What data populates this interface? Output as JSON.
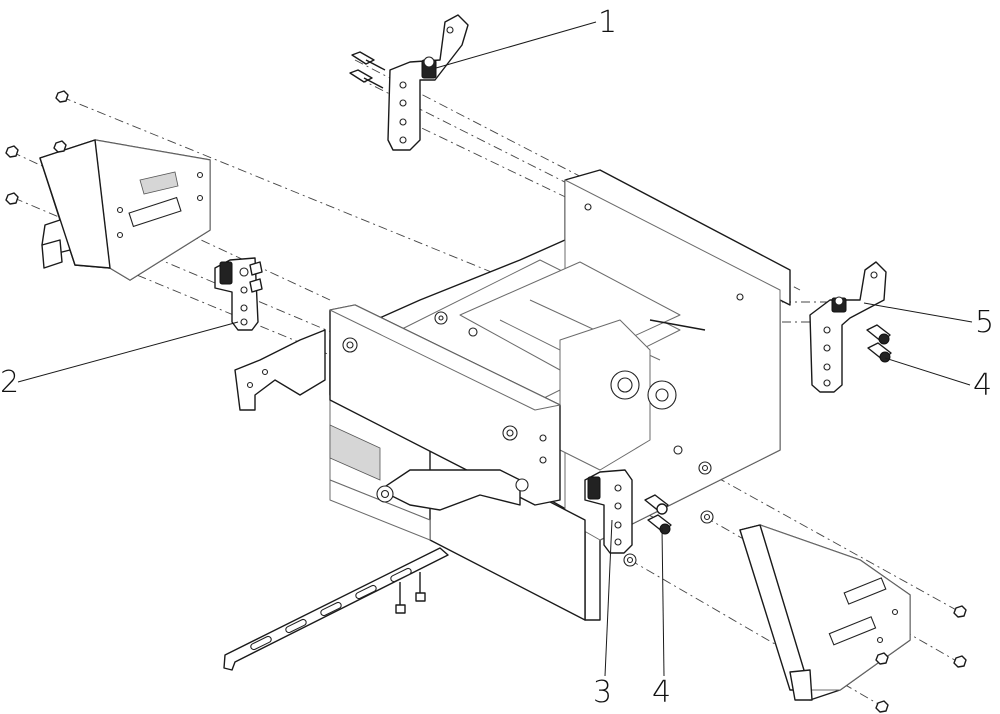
{
  "callouts": [
    {
      "id": "c1",
      "label": "1"
    },
    {
      "id": "c2",
      "label": "2"
    },
    {
      "id": "c3",
      "label": "3"
    },
    {
      "id": "c4a",
      "label": "4"
    },
    {
      "id": "c4b",
      "label": "4"
    },
    {
      "id": "c5",
      "label": "5"
    }
  ],
  "colors": {
    "line": "#1a1a1a",
    "background": "#ffffff",
    "shade": "#d6d6d6"
  }
}
